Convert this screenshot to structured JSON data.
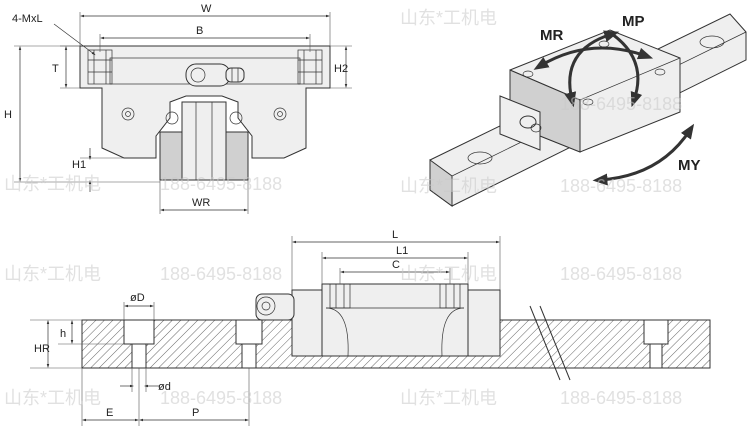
{
  "labels": {
    "w": "W",
    "b": "B",
    "mxl": "4-MxL",
    "t": "T",
    "h": "H",
    "h1": "H1",
    "h2": "H2",
    "wr": "WR",
    "l": "L",
    "l1": "L1",
    "c": "C",
    "phi_d_big": "øD",
    "phi_d_small": "ød",
    "hr": "HR",
    "h_small": "h",
    "e": "E",
    "p": "P",
    "mr": "MR",
    "mp": "MP",
    "my": "MY"
  },
  "watermark": {
    "company": "山东*工机电",
    "phone": "188-6495-8188"
  }
}
